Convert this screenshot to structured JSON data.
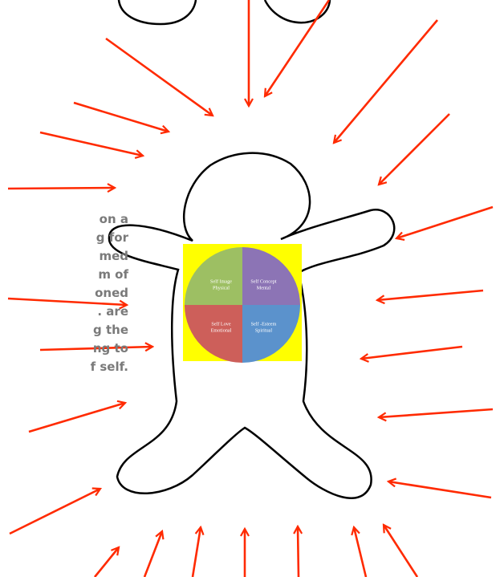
{
  "colors": {
    "arrow": "#ff2a00",
    "outline": "#000000",
    "chart_background": "#ffff00",
    "text": "#7a7a7a"
  },
  "side_text": [
    "on a",
    "g for",
    "med",
    "m of",
    "oned",
    ". are",
    "g the",
    "ng to",
    "f self."
  ],
  "chart_data": {
    "type": "pie",
    "slices": [
      {
        "line1": "Self Concept",
        "line2": "Mental",
        "value": 25,
        "color": "#8c74b5"
      },
      {
        "line1": "Self -Esteem",
        "line2": "Spiritual",
        "value": 25,
        "color": "#5b92cc"
      },
      {
        "line1": "Self Love",
        "line2": "Emotional",
        "value": 25,
        "color": "#cd5f5a"
      },
      {
        "line1": "Self Image",
        "line2": "Physical",
        "value": 25,
        "color": "#9dbf63"
      }
    ]
  },
  "arrow_count": 24
}
